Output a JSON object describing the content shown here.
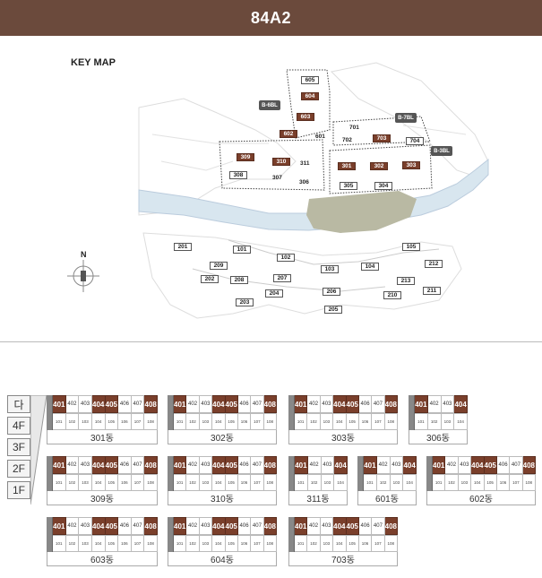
{
  "header": {
    "title": "84A2"
  },
  "keymap": {
    "title": "KEY MAP",
    "compass": "N",
    "labels": {
      "b6": "B-6BL",
      "b7": "B-7BL",
      "b3": "B-3BL"
    },
    "buildings": {
      "b605": "605",
      "b604": "604",
      "b603": "603",
      "b602": "602",
      "b601": "601",
      "b701": "701",
      "b702": "702",
      "b703": "703",
      "b704": "704",
      "b309": "309",
      "b310": "310",
      "b311": "311",
      "b308": "308",
      "b307": "307",
      "b306": "306",
      "b301": "301",
      "b302": "302",
      "b303": "303",
      "b305": "305",
      "b304": "304",
      "b201": "201",
      "b101": "101",
      "b102": "102",
      "b103": "103",
      "b104": "104",
      "b105": "105",
      "b209": "209",
      "b202": "202",
      "b208": "208",
      "b207": "207",
      "b204": "204",
      "b203": "203",
      "b206": "206",
      "b205": "205",
      "b212": "212",
      "b213": "213",
      "b210": "210",
      "b211": "211"
    }
  },
  "floors": [
    "다",
    "4F",
    "3F",
    "2F",
    "1F"
  ],
  "tables": [
    {
      "name": "301동",
      "top": [
        "401",
        "402",
        "403",
        "404",
        "405",
        "406",
        "407",
        "408"
      ],
      "bot": [
        "101",
        "102",
        "103",
        "104",
        "105",
        "106",
        "107",
        "108"
      ],
      "hl": [
        0,
        3,
        4,
        7
      ]
    },
    {
      "name": "302동",
      "top": [
        "401",
        "402",
        "403",
        "404",
        "405",
        "406",
        "407",
        "408"
      ],
      "bot": [
        "101",
        "102",
        "103",
        "104",
        "105",
        "106",
        "107",
        "108"
      ],
      "hl": [
        0,
        3,
        4,
        7
      ]
    },
    {
      "name": "303동",
      "top": [
        "401",
        "402",
        "403",
        "404",
        "405",
        "406",
        "407",
        "408"
      ],
      "bot": [
        "101",
        "102",
        "103",
        "104",
        "105",
        "106",
        "107",
        "108"
      ],
      "hl": [
        0,
        3,
        4,
        7
      ]
    },
    {
      "name": "306동",
      "top": [
        "401",
        "402",
        "403",
        "404"
      ],
      "bot": [
        "101",
        "102",
        "103",
        "104"
      ],
      "hl": [
        0,
        3
      ]
    },
    {
      "name": "309동",
      "top": [
        "401",
        "402",
        "403",
        "404",
        "405",
        "406",
        "407",
        "408"
      ],
      "bot": [
        "101",
        "102",
        "103",
        "104",
        "105",
        "106",
        "107",
        "108"
      ],
      "hl": [
        0,
        3,
        4,
        7
      ]
    },
    {
      "name": "310동",
      "top": [
        "401",
        "402",
        "403",
        "404",
        "405",
        "406",
        "407",
        "408"
      ],
      "bot": [
        "101",
        "102",
        "103",
        "104",
        "105",
        "106",
        "107",
        "108"
      ],
      "hl": [
        0,
        3,
        4,
        7
      ]
    },
    {
      "name": "311동",
      "top": [
        "401",
        "402",
        "403",
        "404"
      ],
      "bot": [
        "101",
        "102",
        "103",
        "104"
      ],
      "hl": [
        0,
        3
      ]
    },
    {
      "name": "601동",
      "top": [
        "401",
        "402",
        "403",
        "404"
      ],
      "bot": [
        "101",
        "102",
        "103",
        "104"
      ],
      "hl": [
        0,
        3
      ]
    },
    {
      "name": "602동",
      "top": [
        "401",
        "402",
        "403",
        "404",
        "405",
        "406",
        "407",
        "408"
      ],
      "bot": [
        "101",
        "102",
        "103",
        "104",
        "105",
        "106",
        "107",
        "108"
      ],
      "hl": [
        0,
        3,
        4,
        7
      ]
    },
    {
      "name": "603동",
      "top": [
        "401",
        "402",
        "403",
        "404",
        "405",
        "406",
        "407",
        "408"
      ],
      "bot": [
        "101",
        "102",
        "103",
        "104",
        "105",
        "106",
        "107",
        "108"
      ],
      "hl": [
        0,
        3,
        4,
        7
      ]
    },
    {
      "name": "604동",
      "top": [
        "401",
        "402",
        "403",
        "404",
        "405",
        "406",
        "407",
        "408"
      ],
      "bot": [
        "101",
        "102",
        "103",
        "104",
        "105",
        "106",
        "107",
        "108"
      ],
      "hl": [
        0,
        3,
        4,
        7
      ]
    },
    {
      "name": "703동",
      "top": [
        "401",
        "402",
        "403",
        "404",
        "405",
        "406",
        "407",
        "408"
      ],
      "bot": [
        "101",
        "102",
        "103",
        "104",
        "105",
        "106",
        "107",
        "108"
      ],
      "hl": [
        0,
        3,
        4,
        7
      ]
    }
  ]
}
